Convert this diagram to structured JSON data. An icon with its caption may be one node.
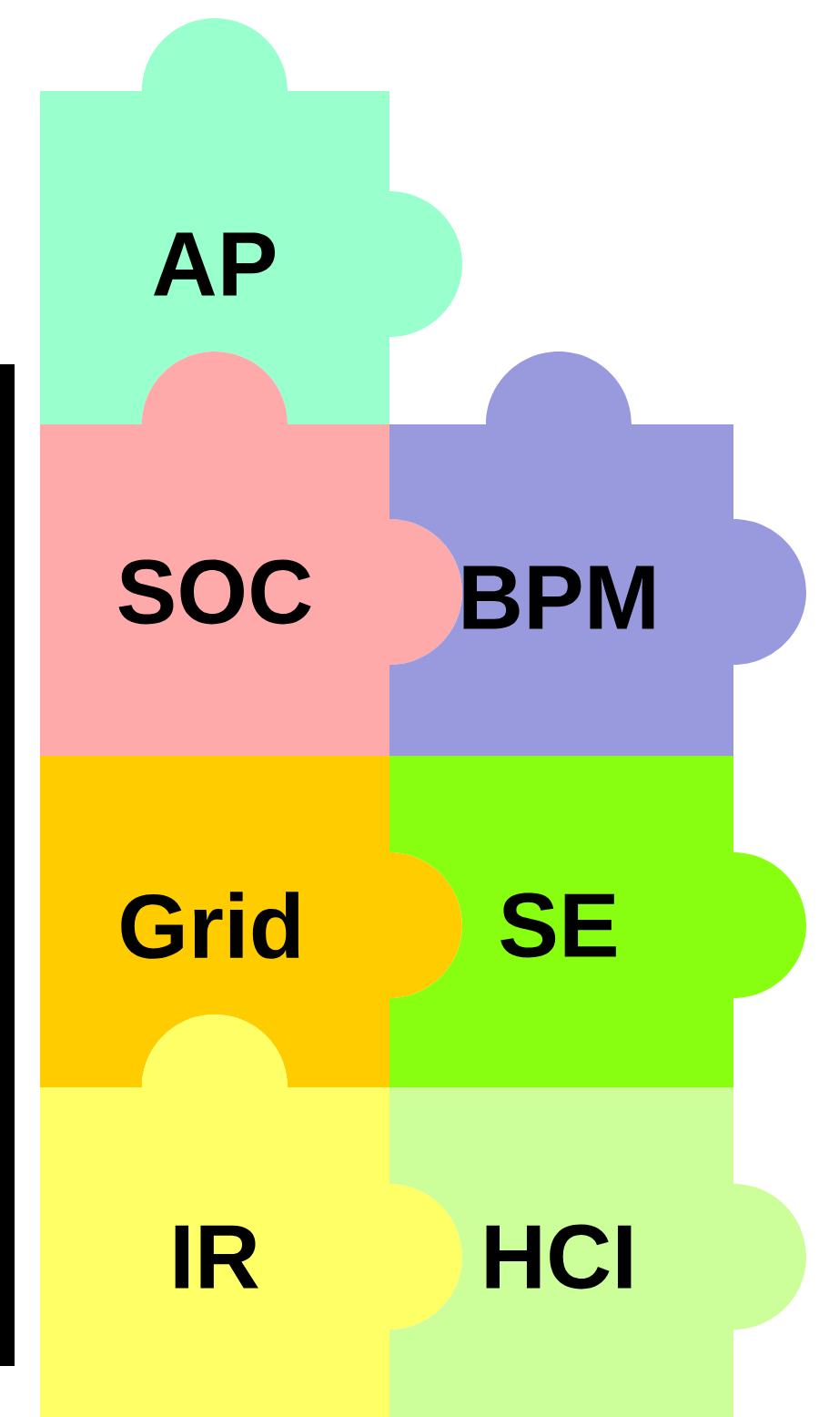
{
  "diagram": {
    "nodes": [
      {
        "text": [
          "AP"
        ]
      },
      {
        "text": [
          "SOC"
        ]
      },
      {
        "text": [
          "BPM"
        ]
      },
      {
        "text": [
          "Grid"
        ]
      },
      {
        "text": [
          "SE"
        ]
      },
      {
        "text": [
          "IR"
        ]
      },
      {
        "text": [
          "HCI"
        ]
      }
    ]
  }
}
